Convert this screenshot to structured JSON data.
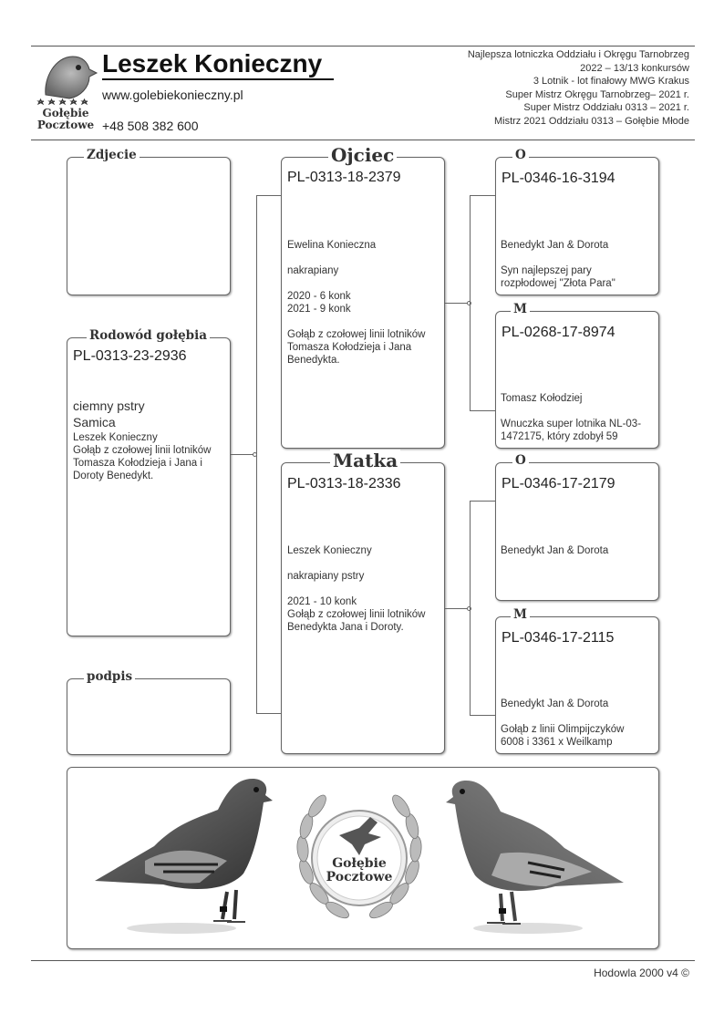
{
  "header": {
    "logo_lines": [
      "Gołębie",
      "Pocztowe"
    ],
    "name": "Leszek Konieczny",
    "website": "www.golebiekonieczny.pl",
    "phone": "+48 508 382 600",
    "achievements": [
      "Najlepsza lotniczka Oddziału i Okręgu Tarnobrzeg",
      "2022 – 13/13 konkursów",
      "3 Lotnik - lot finałowy MWG Krakus",
      "Super Mistrz Okręgu Tarnobrzeg– 2021 r.",
      "Super Mistrz Oddziału 0313 – 2021 r.",
      "Mistrz 2021 Oddziału 0313 – Gołębie Młode"
    ]
  },
  "photo": {
    "legend": "Zdjecie"
  },
  "subject": {
    "legend": "Rodowód gołębia",
    "ring": "PL-0313-23-2936",
    "color": "ciemny pstry",
    "sex": "Samica",
    "lines": [
      "Leszek Konieczny",
      "Gołąb z czołowej linii lotników",
      "Tomasza Kołodzieja i Jana i",
      "Doroty Benedykt."
    ]
  },
  "signature": {
    "legend": "podpis"
  },
  "father": {
    "legend": "Ojciec",
    "ring": "PL-0313-18-2379",
    "owner": "Ewelina Konieczna",
    "color": "nakrapiany",
    "results": [
      "2020 - 6 konk",
      "2021 - 9 konk"
    ],
    "notes": [
      "Gołąb z czołowej linii lotników",
      "Tomasza Kołodzieja i Jana",
      "Benedykta."
    ]
  },
  "mother": {
    "legend": "Matka",
    "ring": "PL-0313-18-2336",
    "owner": "Leszek Konieczny",
    "color": "nakrapiany pstry",
    "results": [
      "2021 - 10 konk"
    ],
    "notes": [
      "Gołąb z czołowej linii lotników",
      "Benedykta Jana i Doroty."
    ]
  },
  "ff": {
    "legend": "O",
    "ring": "PL-0346-16-3194",
    "owner": "Benedykt Jan & Dorota",
    "notes": [
      "Syn najlepszej pary",
      "rozpłodowej \"Złota Para\""
    ]
  },
  "fm": {
    "legend": "M",
    "ring": "PL-0268-17-8974",
    "owner": "Tomasz Kołodziej",
    "notes": [
      "Wnuczka super lotnika NL-03-",
      "1472175, który zdobył 59"
    ]
  },
  "mf": {
    "legend": "O",
    "ring": "PL-0346-17-2179",
    "owner": "Benedykt Jan & Dorota",
    "notes": []
  },
  "mm": {
    "legend": "M",
    "ring": "PL-0346-17-2115",
    "owner": "Benedykt Jan & Dorota",
    "notes": [
      "Gołąb z linii Olimpijczyków",
      "6008 i 3361 x Weilkamp"
    ]
  },
  "banner": {
    "logo_lines": [
      "Gołębie",
      "Pocztowe"
    ]
  },
  "footer": {
    "text": "Hodowla 2000 v4 ©"
  },
  "colors": {
    "line": "#666666",
    "text": "#222222"
  },
  "icons": [
    "pigeon-logo-icon",
    "star-icon",
    "laurel-wreath-icon",
    "pigeon-left-icon",
    "pigeon-right-icon"
  ]
}
